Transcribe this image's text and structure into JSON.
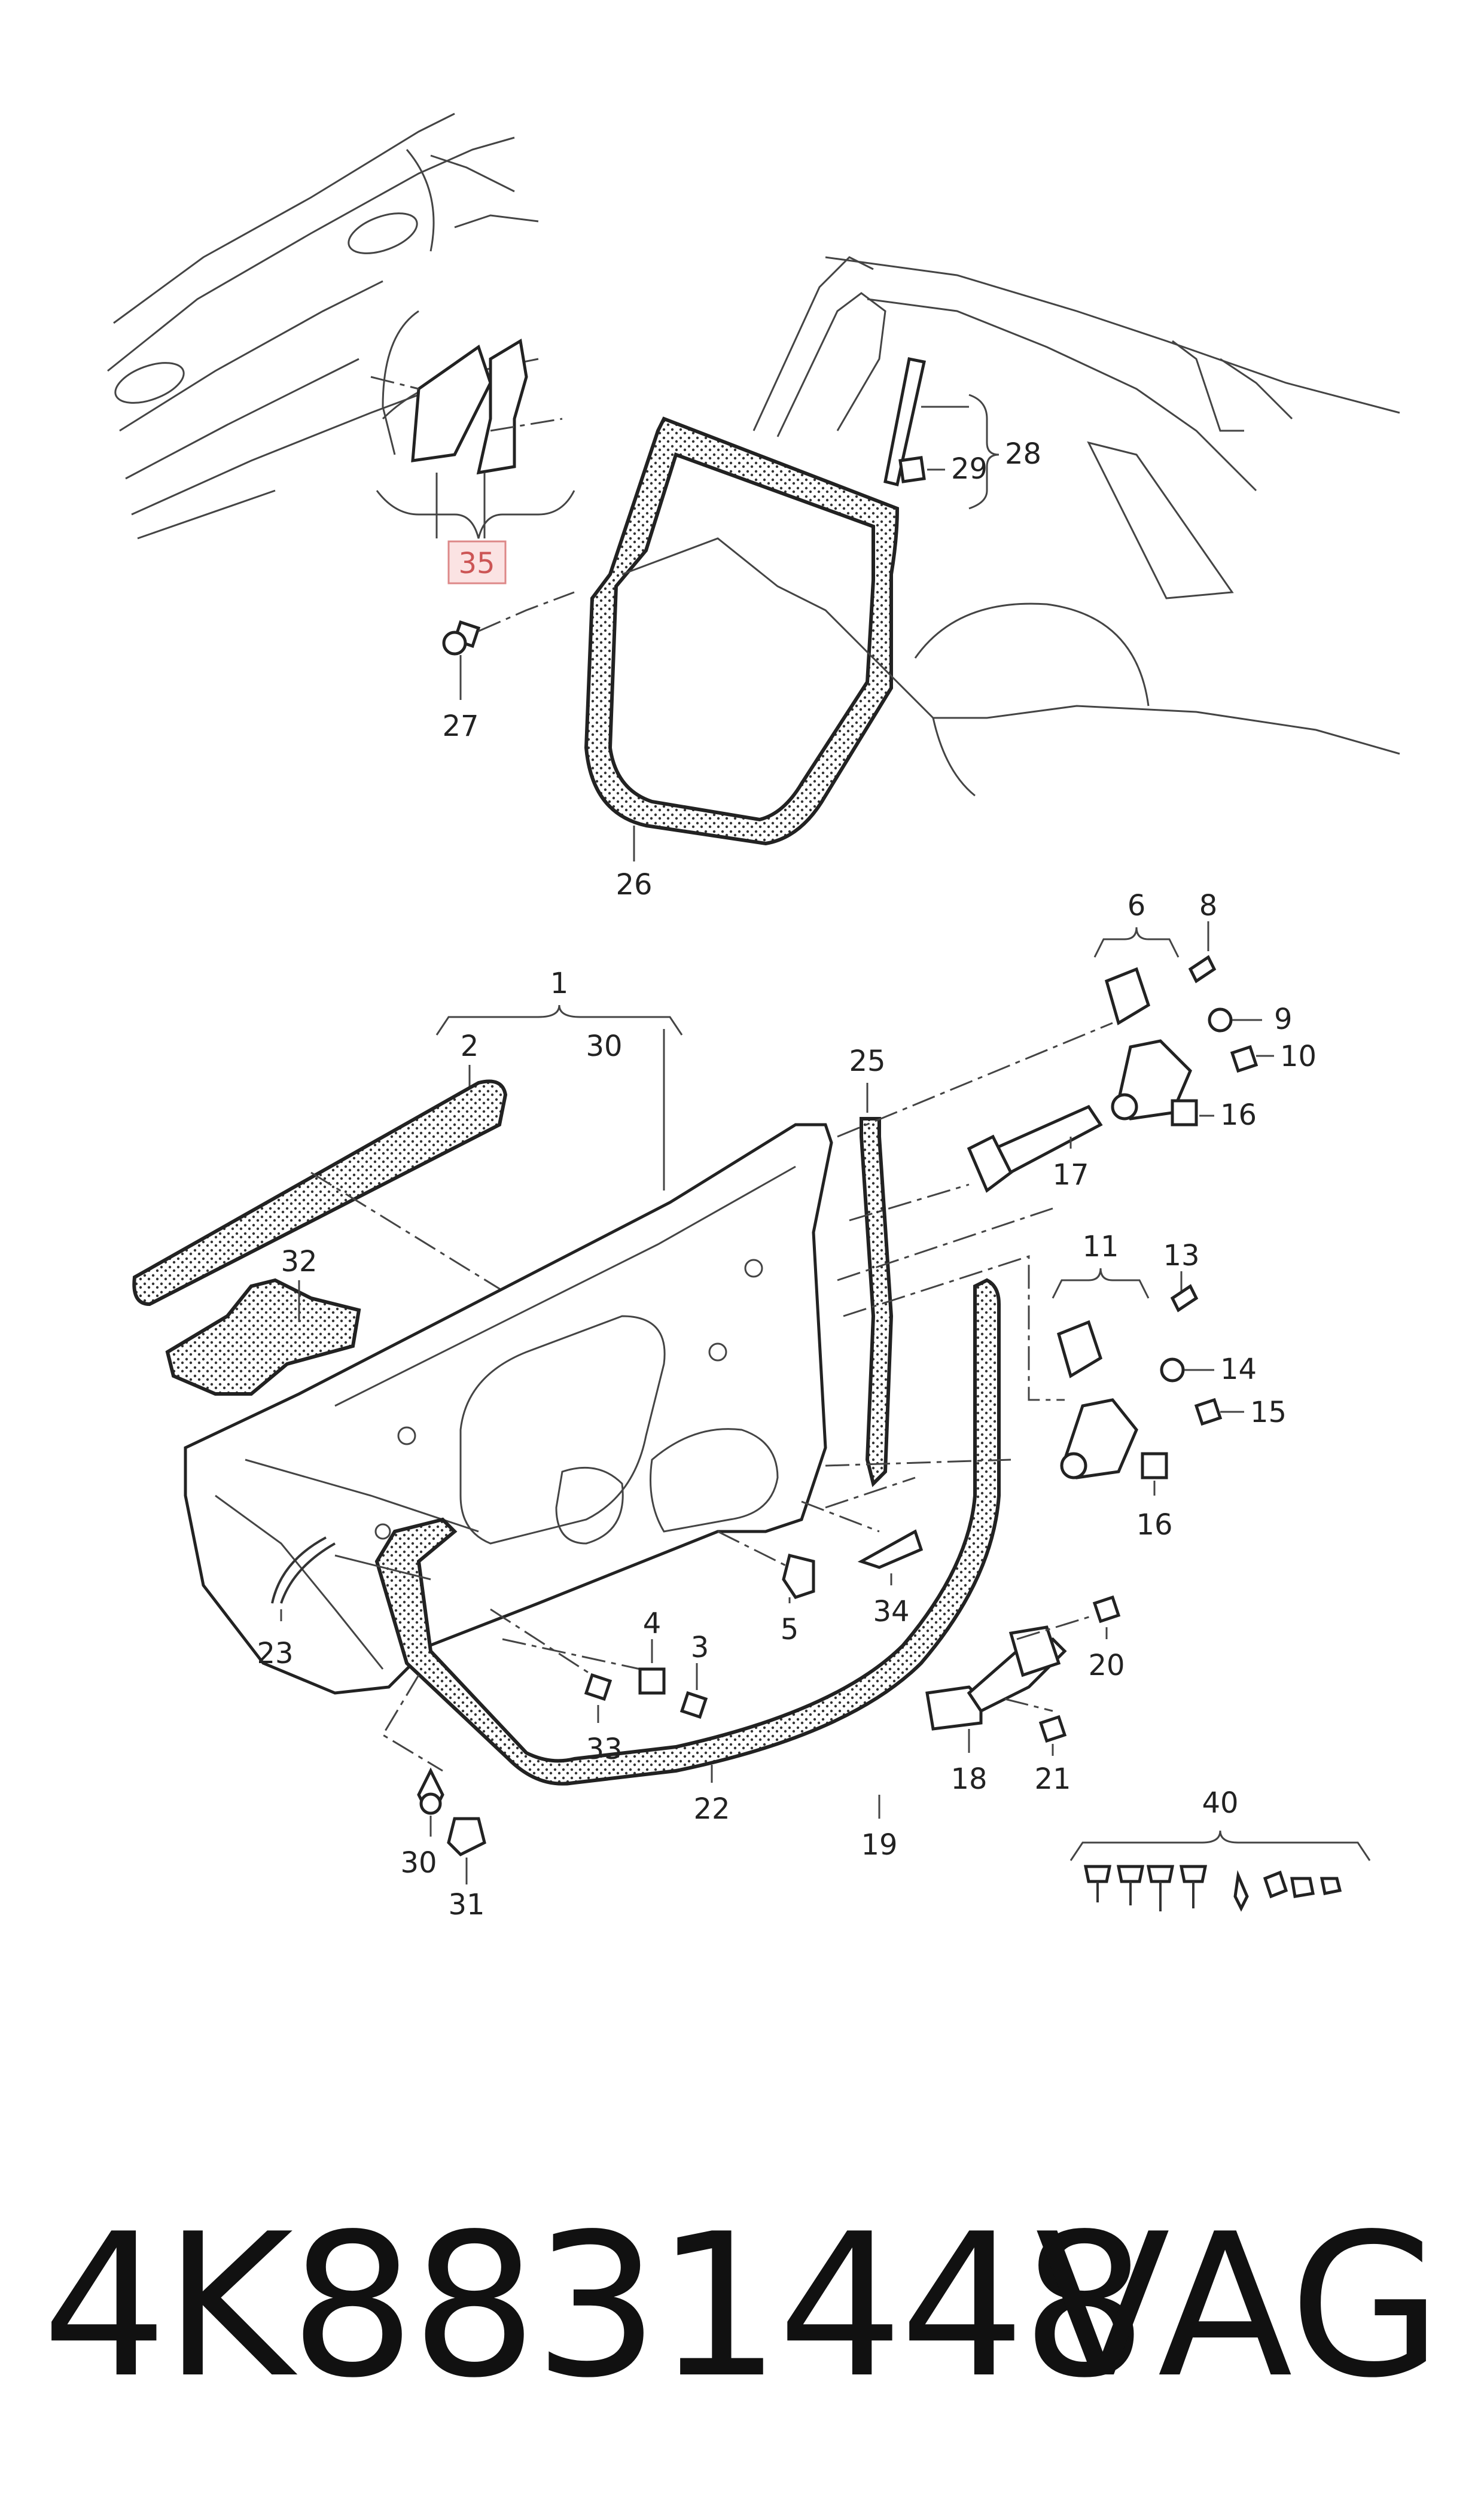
{
  "diagram": {
    "callouts": {
      "c1": "1",
      "c2": "2",
      "c3": "3",
      "c4": "4",
      "c5": "5",
      "c6": "6",
      "c8": "8",
      "c9": "9",
      "c10": "10",
      "c11": "11",
      "c13": "13",
      "c14": "14",
      "c15": "15",
      "c16a": "16",
      "c16b": "16",
      "c17": "17",
      "c18": "18",
      "c19": "19",
      "c20": "20",
      "c21": "21",
      "c22": "22",
      "c23": "23",
      "c25": "25",
      "c26": "26",
      "c27": "27",
      "c28": "28",
      "c29": "29",
      "c30a": "30",
      "c30b": "30",
      "c31": "31",
      "c32": "32",
      "c33": "33",
      "c34": "34",
      "c35": "35",
      "c40": "40"
    },
    "highlighted_callout": "35",
    "highlight_color": "#d88"
  },
  "footer": {
    "part_number": "4K8831448",
    "brand": "VAG"
  }
}
